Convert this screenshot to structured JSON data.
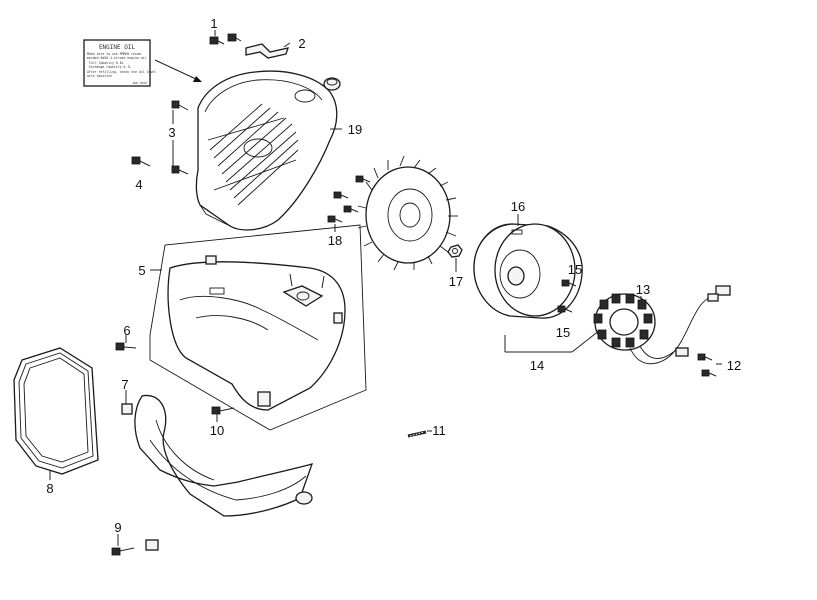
{
  "label": {
    "title": "ENGINE OIL",
    "lines": [
      "Make sure to use PMREK recom-",
      "mended 5W40 4-stroke engine oil",
      "Full Capacity         0.8L",
      "Exchange Capacity     0.7L",
      "After refilling, check the oil level",
      "with dipstick"
    ],
    "code": "ZGE-XXXX"
  },
  "callouts": {
    "c1": "1",
    "c2": "2",
    "c3": "3",
    "c4": "4",
    "c5": "5",
    "c6": "6",
    "c7": "7",
    "c8": "8",
    "c9": "9",
    "c10": "10",
    "c11": "11",
    "c12": "12",
    "c13": "13",
    "c14": "14",
    "c15a": "15",
    "c15b": "15",
    "c16": "16",
    "c17": "17",
    "c18": "18",
    "c19": "19"
  }
}
